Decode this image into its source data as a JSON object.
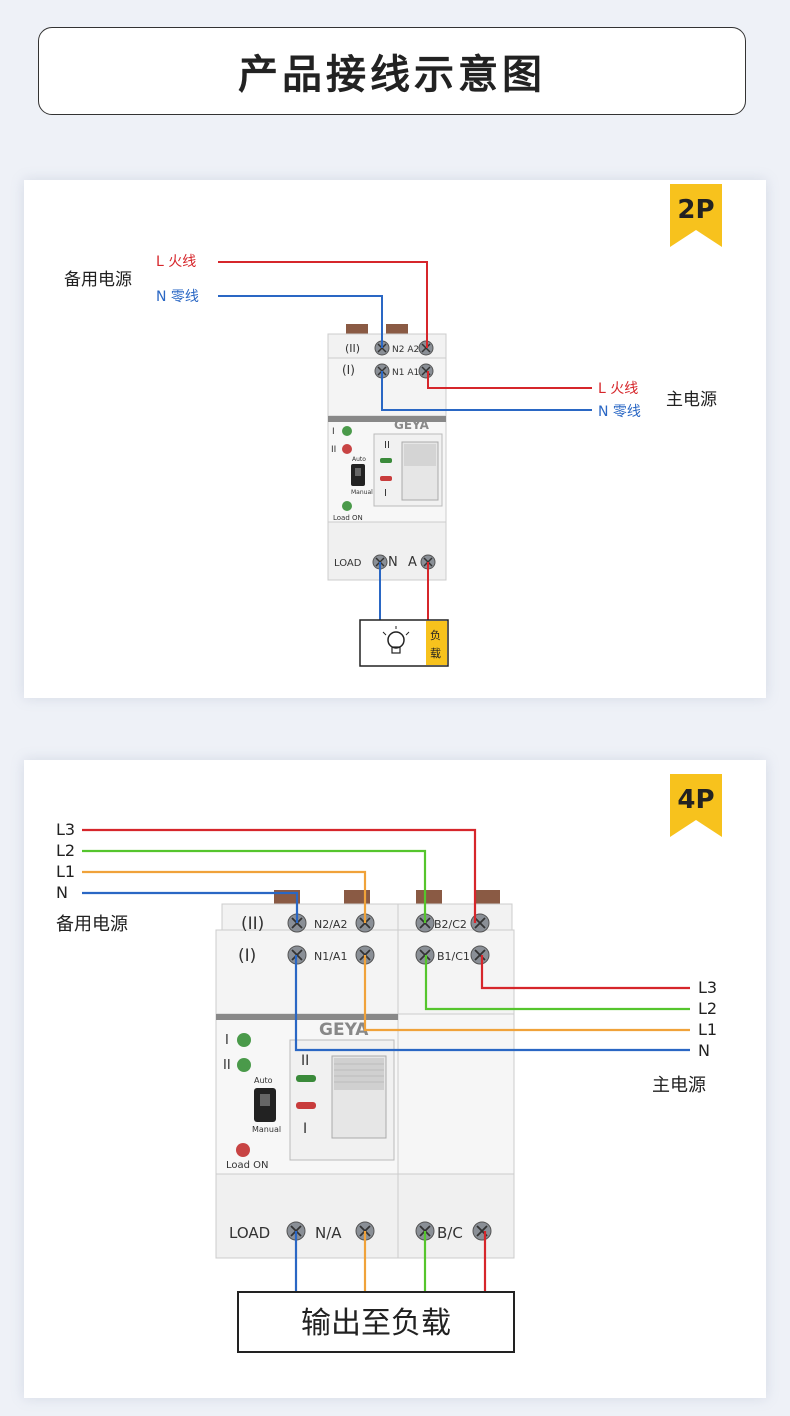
{
  "title": "产品接线示意图",
  "colors": {
    "red": "#d6262b",
    "blue": "#2a67c4",
    "green": "#55c52d",
    "orange": "#f0a23a",
    "badge": "#f7c21d",
    "device": "#f0f0f0"
  },
  "panel_2p": {
    "badge": "2P",
    "backup_source": "备用电源",
    "backup_l": "L 火线",
    "backup_n": "N 零线",
    "main_source": "主电源",
    "main_l": "L 火线",
    "main_n": "N 零线",
    "row2_label": "(II)",
    "row2_terminals": "N2 A2",
    "row1_label": "(I)",
    "row1_terminals": "N1 A1",
    "brand": "GEYA",
    "ind_1": "I",
    "ind_2": "II",
    "auto": "Auto",
    "manual": "Manual",
    "load_on": "Load ON",
    "handle_top": "II",
    "handle_bottom": "I",
    "load_label": "LOAD",
    "out_n": "N",
    "out_a": "A",
    "load_text": [
      "负",
      "载"
    ]
  },
  "panel_4p": {
    "badge": "4P",
    "backup_lines": [
      "L3",
      "L2",
      "L1",
      "N"
    ],
    "backup_source": "备用电源",
    "main_lines": [
      "L3",
      "L2",
      "L1",
      "N"
    ],
    "main_source": "主电源",
    "row2_label": "(II)",
    "row2_terminals_left": "N2/A2",
    "row2_terminals_right": "B2/C2",
    "row1_label": "(I)",
    "row1_terminals_left": "N1/A1",
    "row1_terminals_right": "B1/C1",
    "brand": "GEYA",
    "ind_1": "I",
    "ind_2": "II",
    "auto": "Auto",
    "manual": "Manual",
    "load_on": "Load ON",
    "handle_top": "II",
    "handle_bottom": "I",
    "load_label": "LOAD",
    "out_left": "N/A",
    "out_right": "B/C",
    "output_box": "输出至负载"
  }
}
